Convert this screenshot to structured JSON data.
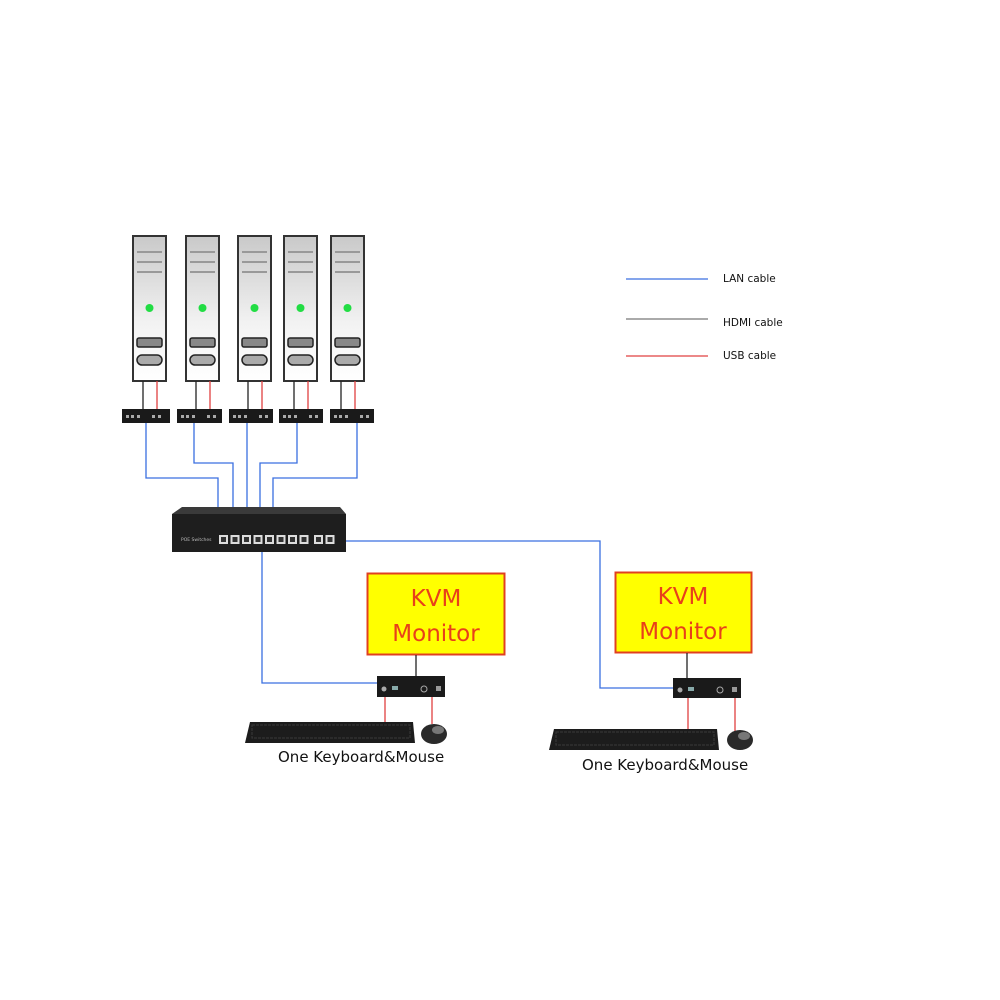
{
  "legend": [
    {
      "label": "LAN cable",
      "color": "#3a6fe0"
    },
    {
      "label": "HDMI cable",
      "color": "#777777"
    },
    {
      "label": "USB cable",
      "color": "#e04040"
    }
  ],
  "switch": {
    "label": "POE Switches"
  },
  "monitors": [
    {
      "line1": "KVM",
      "line2": "Monitor"
    },
    {
      "line1": "KVM",
      "line2": "Monitor"
    }
  ],
  "stations": [
    {
      "label": "One Keyboard&Mouse"
    },
    {
      "label": "One Keyboard&Mouse"
    }
  ],
  "servers_count": 5,
  "colors": {
    "lan": "#3a6fe0",
    "hdmi": "#222222",
    "usb": "#e04040",
    "monitor_fill": "#ffff00",
    "monitor_border": "#e04020",
    "monitor_text": "#e8401a"
  }
}
